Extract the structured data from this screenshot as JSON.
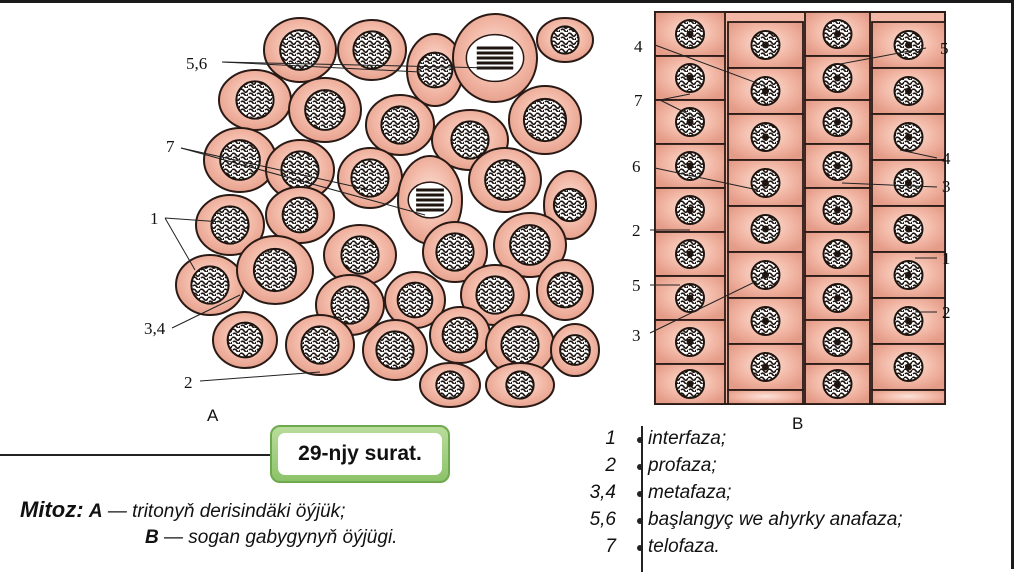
{
  "figure": {
    "panel_a_letter": "A",
    "panel_b_letter": "B",
    "panel_a_labels": {
      "l56": "5,6",
      "l7": "7",
      "l1": "1",
      "l34": "3,4",
      "l2": "2"
    },
    "panel_b_labels": {
      "l4a": "4",
      "l5a": "5",
      "l7": "7",
      "l4b": "4",
      "l6": "6",
      "l3a": "3",
      "l2a": "2",
      "l1": "1",
      "l5b": "5",
      "l2b": "2",
      "l3b": "3"
    }
  },
  "badge": {
    "text": "29-njy surat."
  },
  "caption": {
    "title": "Mitoz:",
    "a_key": "A",
    "a_text": "— tritonyň derisindäki öýjük;",
    "b_key": "B",
    "b_text": "— sogan gabygynyň öýjügi."
  },
  "legend": [
    {
      "num": "1",
      "text": "interfaza;"
    },
    {
      "num": "2",
      "text": "profaza;"
    },
    {
      "num": "3,4",
      "text": "metafaza;"
    },
    {
      "num": "5,6",
      "text": "başlangyç we ahyrky anafaza;"
    },
    {
      "num": "7",
      "text": "telofaza."
    }
  ],
  "colors": {
    "cell_fill": "#f2b7a5",
    "cell_stroke": "#2a1a16",
    "nucleus": "#1e1410",
    "badge": "#8cc36a"
  }
}
